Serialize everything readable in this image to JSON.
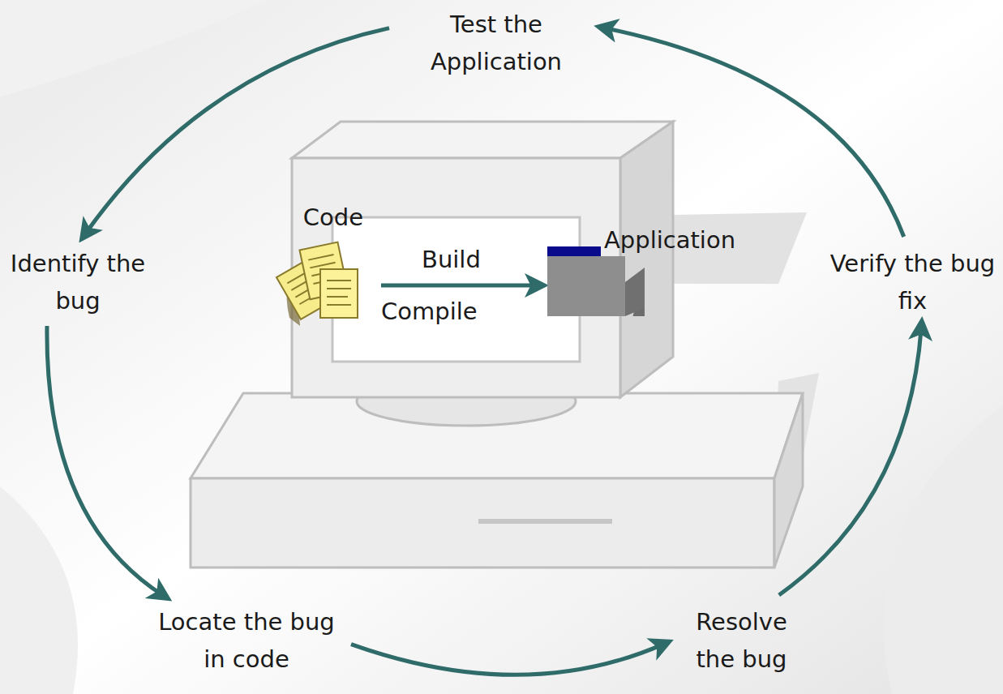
{
  "diagram": {
    "nodes": [
      {
        "text": [
          "Test the Application"
        ]
      },
      {
        "text": [
          "Code"
        ]
      },
      {
        "text": [
          "Application"
        ]
      },
      {
        "text": [
          "Identify the bug"
        ]
      },
      {
        "text": [
          "Verify the bug fix"
        ]
      },
      {
        "text": [
          "Locate the bug in code"
        ]
      },
      {
        "text": [
          "Resolve the bug"
        ]
      }
    ],
    "edges": [
      {
        "from": 0,
        "to": 3,
        "arrow": "to"
      },
      {
        "from": 3,
        "to": 5,
        "arrow": "to"
      },
      {
        "from": 5,
        "to": 6,
        "arrow": "to"
      },
      {
        "from": 6,
        "to": 4,
        "arrow": "to"
      },
      {
        "from": 4,
        "to": 0,
        "arrow": "to"
      },
      {
        "from": 1,
        "to": 2,
        "label": "Build",
        "arrow": "to"
      }
    ],
    "labels": [
      "Compile"
    ]
  }
}
